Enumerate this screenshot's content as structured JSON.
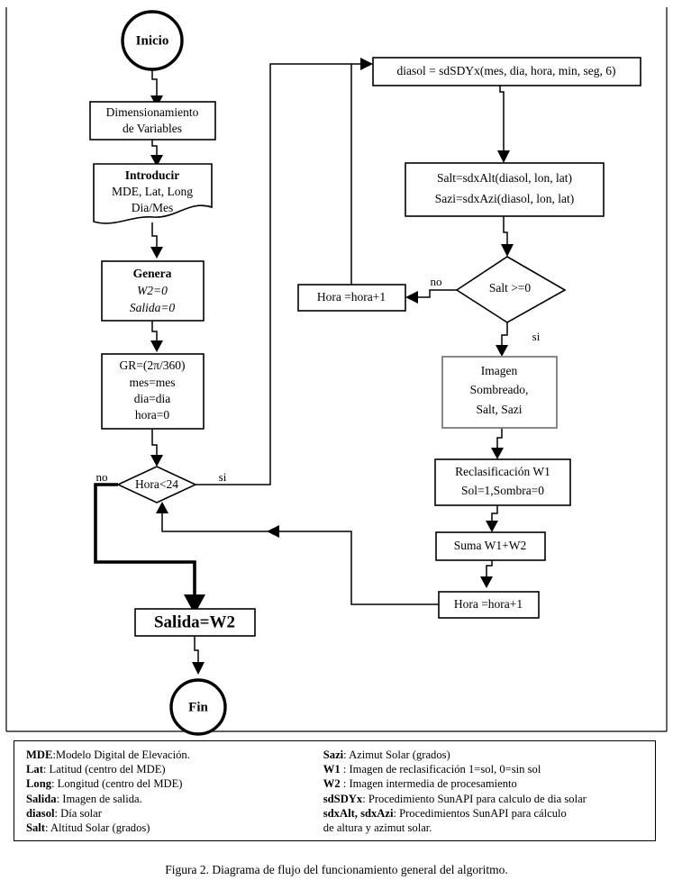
{
  "figure": {
    "caption": "Figura 2. Diagrama de flujo del funcionamiento general del algoritmo."
  },
  "nodes": {
    "start": {
      "label": "Inicio",
      "shape": "terminator"
    },
    "dimension": {
      "line1": "Dimensionamiento",
      "line2": "de Variables",
      "shape": "process"
    },
    "introducir": {
      "line1": "Introducir",
      "line2": "MDE, Lat, Long",
      "line3": "Dia/Mes",
      "shape": "manual-input"
    },
    "genera": {
      "line1": "Genera",
      "line2": "W2=0",
      "line3": "Salida=0",
      "shape": "process"
    },
    "gr": {
      "line1": "GR=(2π/360)",
      "line2": "mes=mes",
      "line3": "dia=dia",
      "line4": "hora=0",
      "shape": "process"
    },
    "hora_lt_24": {
      "label": "Hora<24",
      "shape": "decision"
    },
    "salida": {
      "label": "Salida=W2",
      "shape": "process"
    },
    "end": {
      "label": "Fin",
      "shape": "terminator"
    },
    "diasol": {
      "label": "diasol = sdSDYx(mes, dia, hora, min, seg, 6)",
      "shape": "process"
    },
    "salt_sazi": {
      "line1": "Salt=sdxAlt(diasol, lon, lat)",
      "line2": "Sazi=sdxAzi(diasol, lon, lat)",
      "shape": "process"
    },
    "salt_ge_0": {
      "label": "Salt   >=0",
      "shape": "decision"
    },
    "hora_inc_top": {
      "label": "Hora =hora+1",
      "shape": "process"
    },
    "imagen": {
      "line1": "Imagen",
      "line2": "Sombreado,",
      "line3": "Salt, Sazi",
      "shape": "process"
    },
    "reclasificacion": {
      "line1": "Reclasificación W1",
      "line2": "Sol=1,Sombra=0",
      "shape": "process"
    },
    "suma": {
      "label": "Suma W1+W2",
      "shape": "process"
    },
    "hora_inc_bottom": {
      "label": "Hora =hora+1",
      "shape": "process"
    }
  },
  "branch_labels": {
    "hora_no": "no",
    "hora_si": "si",
    "salt_no": "no",
    "salt_si": "si"
  },
  "legend": {
    "left": [
      {
        "term": "MDE",
        "sep": ":",
        "desc": "Modelo Digital de Elevación."
      },
      {
        "term": "Lat",
        "sep": ": ",
        "desc": "Latitud (centro del MDE)"
      },
      {
        "term": "Long",
        "sep": ": ",
        "desc": "Longitud (centro del MDE)"
      },
      {
        "term": "Salida",
        "sep": ": ",
        "desc": "Imagen de salida."
      },
      {
        "term": "diasol",
        "sep": ": ",
        "desc": "Día solar"
      },
      {
        "term": "Salt",
        "sep": ": ",
        "desc": "Altitud Solar (grados)"
      }
    ],
    "right": [
      {
        "term": "Sazi",
        "sep": ": ",
        "desc": "Azimut Solar (grados)"
      },
      {
        "term": "W1",
        "sep": "  : ",
        "desc": "Imagen de reclasificación 1=sol, 0=sin sol"
      },
      {
        "term": "W2",
        "sep": "  : ",
        "desc": "Imagen intermedia de procesamiento"
      },
      {
        "term": "sdSDYx",
        "sep": ": ",
        "desc": "Procedimiento SunAPI para calculo de dia solar"
      },
      {
        "term": "sdxAlt, sdxAzi",
        "sep": ": ",
        "desc": "Procedimientos SunAPI para cálculo"
      },
      {
        "term": "",
        "sep": "",
        "desc": "de altura y azimut solar."
      }
    ]
  },
  "colors": {
    "stroke": "#000000",
    "gray_stroke": "#7b7b7b",
    "background": "#ffffff"
  }
}
